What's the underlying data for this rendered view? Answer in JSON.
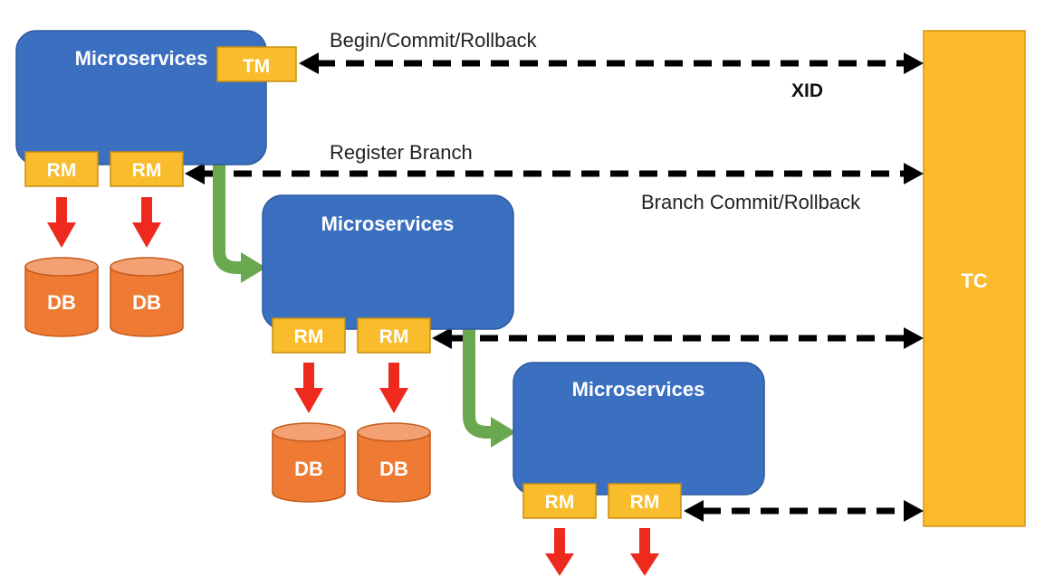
{
  "colors": {
    "service_fill": "#3b6fc0",
    "service_stroke": "#2e5aa0",
    "tag_fill": "#f8bc2c",
    "tag_stroke": "#c98f0e",
    "db_fill": "#ee7a33",
    "db_top": "#f3a173",
    "db_stroke": "#c45a1a",
    "tc_fill": "#fbbb2c",
    "tc_stroke": "#d3960e",
    "flow_arrow": "#6aa84f",
    "db_arrow": "#ee2a1f",
    "dashed_line": "#000000",
    "text_dark": "#222222",
    "text_light": "#ffffff"
  },
  "services": [
    {
      "label": "Microservices"
    },
    {
      "label": "Microservices"
    },
    {
      "label": "Microservices"
    }
  ],
  "tm_label": "TM",
  "rm_label": "RM",
  "db_label": "DB",
  "tc_label": "TC",
  "messages": {
    "begin_commit_rollback": "Begin/Commit/Rollback",
    "xid": "XID",
    "register_branch": "Register Branch",
    "branch_commit_rollback": "Branch Commit/Rollback"
  }
}
